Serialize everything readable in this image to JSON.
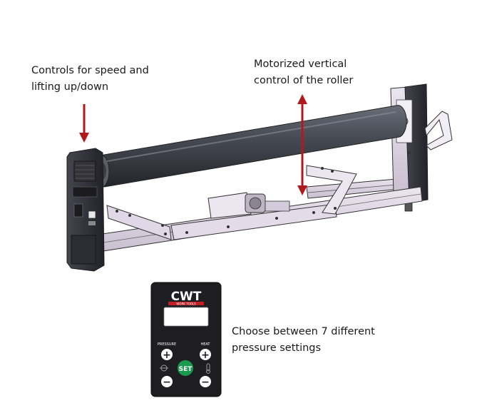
{
  "callouts": {
    "controls": {
      "line1": "Controls for speed and",
      "line2": "lifting up/down"
    },
    "motorized": {
      "line1": "Motorized vertical",
      "line2": "control of the roller"
    },
    "pressure": {
      "line1": "Choose between 7 different",
      "line2": "pressure settings"
    }
  },
  "keypad": {
    "brand": "CWT",
    "brand_sub": "WORK TOOLS",
    "pressure_label": "PRESSURE",
    "heat_label": "HEAT",
    "set_label": "SET",
    "plus": "+",
    "minus": "−"
  },
  "colors": {
    "arrow": "#b01a1f",
    "roller": "#3c3f47",
    "frame": "#d8d0de",
    "housing": "#2b2b33",
    "keypad_body": "#1e1e22",
    "set_button": "#1a9a4c"
  },
  "icons": {
    "down_arrow": "down-arrow-icon",
    "double_arrow": "vertical-double-arrow-icon"
  }
}
